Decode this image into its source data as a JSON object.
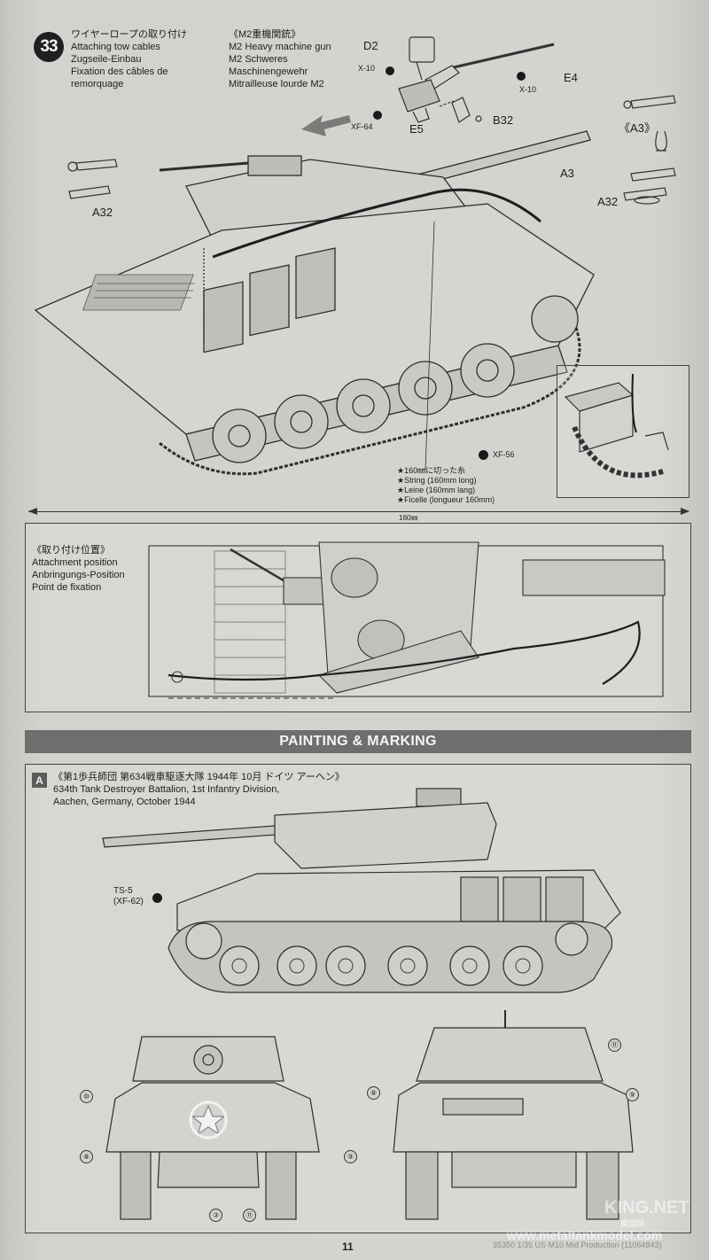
{
  "step": {
    "number": "33",
    "title_lines": [
      "ワイヤーロープの取り付け",
      "Attaching tow cables",
      "Zugseile-Einbau",
      "Fixation des câbles de",
      "remorquage"
    ]
  },
  "gun_caption": {
    "lines": [
      "《M2重機関銃》",
      "M2 Heavy machine gun",
      "M2 Schweres",
      "Maschinengewehr",
      "Mitrailleuse lourde M2"
    ]
  },
  "parts": {
    "d2": "D2",
    "e4": "E4",
    "x10_left": "X-10",
    "x10_right": "X-10",
    "xf64": "XF-64",
    "e5": "E5",
    "b32": "B32",
    "a3_bracket": "《A3》",
    "a3": "A3",
    "a32_right": "A32",
    "a32_left": "A32",
    "xf56": "XF-56"
  },
  "string_note": {
    "lines": [
      "★160㎜に切った糸",
      "★String (160mm long)",
      "★Leine (160mm lang)",
      "★Ficelle (longueur 160mm)"
    ]
  },
  "dimension": {
    "label": "160㎜"
  },
  "attachment": {
    "lines": [
      "《取り付け位置》",
      "Attachment position",
      "Anbringungs-Position",
      "Point de fixation"
    ]
  },
  "section": {
    "title": "PAINTING & MARKING"
  },
  "marking": {
    "badge": "A",
    "lines": [
      "《第1歩兵師団 第634戦車駆逐大隊 1944年 10月 ドイツ アーヘン》",
      "634th Tank Destroyer Battalion, 1st Infantry Division,",
      "Aachen, Germany, October 1944"
    ],
    "paint": [
      "TS-5",
      "(XF-62)"
    ],
    "decals": {
      "front_left": "⑩",
      "front_bottom_left": "⑧",
      "front_bottom_right": "⑨",
      "front_bottom_3": "③",
      "front_bottom_11": "⑪",
      "rear_top": "⑪",
      "rear_left": "⑧",
      "rear_right": "⑨"
    }
  },
  "footer": {
    "page_number": "11",
    "code": "35350 1/35 US M10 Mid Production (11064843)",
    "watermark_site": "www.metaltankmodel.com",
    "watermark_brand": "KING.NET",
    "watermark_cn": "模型网"
  },
  "colors": {
    "paper": "#d3d4d0",
    "section_bar": "#6e6f6d",
    "ink": "#1e1e1e"
  }
}
